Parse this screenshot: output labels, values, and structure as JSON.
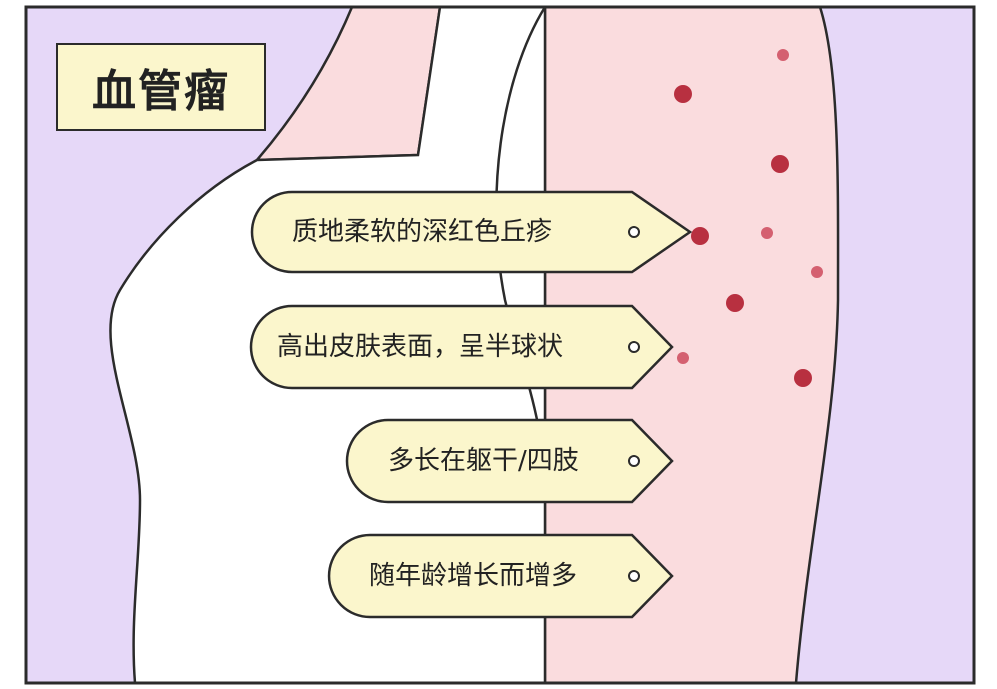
{
  "title": "血管瘤",
  "callouts": [
    {
      "text": "质地柔软的深红色丘疹"
    },
    {
      "text": "高出皮肤表面，呈半球状"
    },
    {
      "text": "多长在躯干/四肢"
    },
    {
      "text": "随年龄增长而增多"
    }
  ],
  "colors": {
    "background": "#e6d8f8",
    "skin": "#fadcde",
    "shirt": "#ffffff",
    "bubble_fill": "#fbf6cc",
    "title_fill": "#fbf6cc",
    "spot": "#b83040",
    "outline": "#2b2b2b"
  }
}
